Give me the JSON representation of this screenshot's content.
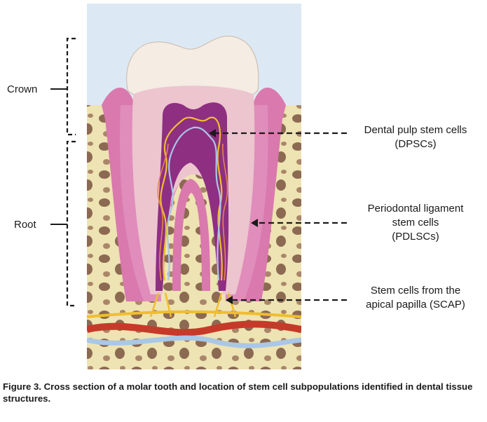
{
  "labels": {
    "crown": "Crown",
    "root": "Root",
    "dpsc_line1": "Dental pulp  stem cells",
    "dpsc_line2": "(DPSCs)",
    "pdlsc_line1": "Periodontal ligament",
    "pdlsc_line2": "stem cells",
    "pdlsc_line3": "(PDLSCs)",
    "scap_line1": "Stem cells from the",
    "scap_line2": "apical papilla  (SCAP)"
  },
  "caption": "Figure 3. Cross section of a molar tooth and location of stem cell subpopulations identified in dental tissue structures.",
  "colors": {
    "sky": "#dce9f4",
    "bone": "#eee3b2",
    "bone_hole": "#8c6a52",
    "gum": "#d979ad",
    "enamel": "#f5ece4",
    "dentin": "#ecc5ce",
    "pulp": "#8e2f82",
    "nerve_yellow": "#efbe2e",
    "artery_red": "#c63a2a",
    "vein_blue": "#a9c7e6"
  }
}
